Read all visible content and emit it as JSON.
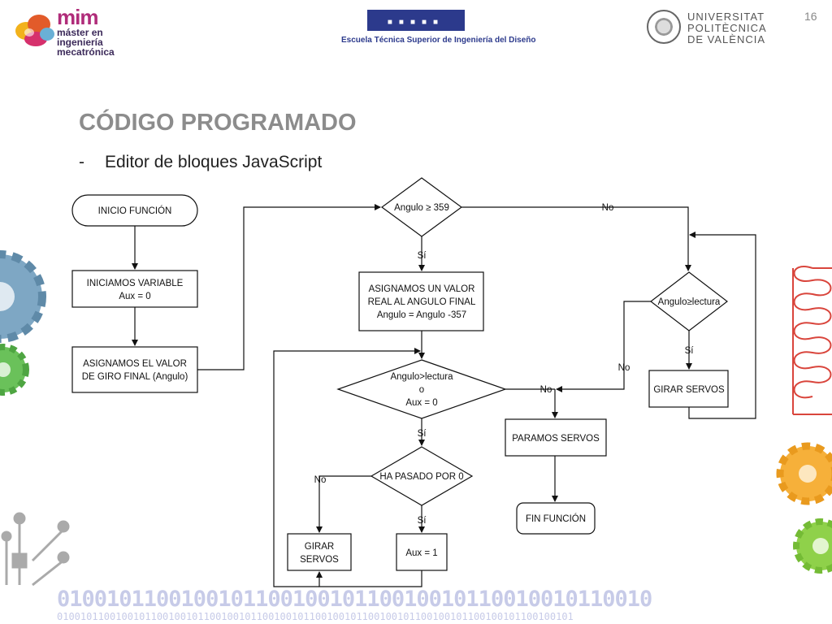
{
  "slide_number": "16",
  "logos": {
    "mim": {
      "big": "mim",
      "line1": "máster en",
      "line2": "ingeniería",
      "line3": "mecatrónica"
    },
    "etsid": {
      "caption": "Escuela Técnica Superior de Ingeniería del Diseño"
    },
    "upv": {
      "line1": "UNIVERSITAT",
      "line2": "POLITÈCNICA",
      "line3": "DE VALÈNCIA"
    }
  },
  "title": "CÓDIGO PROGRAMADO",
  "bullet": {
    "dash": "-",
    "text": "Editor de bloques JavaScript"
  },
  "flowchart": {
    "inicio": "INICIO FUNCIÓN",
    "iniciamos": [
      "INICIAMOS VARIABLE",
      "Aux = 0"
    ],
    "asignamos_giro": [
      "ASIGNAMOS EL VALOR",
      "DE GIRO FINAL (Angulo)"
    ],
    "decision_359": "Angulo ≥ 359",
    "asignamos_real": [
      "ASIGNAMOS UN VALOR",
      "REAL AL ANGULO FINAL",
      "Angulo = Angulo -357"
    ],
    "decision_lectura_aux": [
      "Angulo>lectura",
      "o",
      "Aux = 0"
    ],
    "decision_pasado": "HA PASADO POR 0",
    "girar_servos_left": [
      "GIRAR",
      "SERVOS"
    ],
    "aux1": "Aux = 1",
    "paramos": "PARAMOS SERVOS",
    "fin": "FIN FUNCIÓN",
    "decision_lectura": "Angulo≥lectura",
    "girar_servos_right": "GIRAR SERVOS",
    "label_si": "Sí",
    "label_no": "No"
  },
  "binary_line_1": "010010110010010110010010110010010110010010110010",
  "binary_line_2": "0100101100100101100100101100100101100100101100100101100100101100100101100100101100100101"
}
